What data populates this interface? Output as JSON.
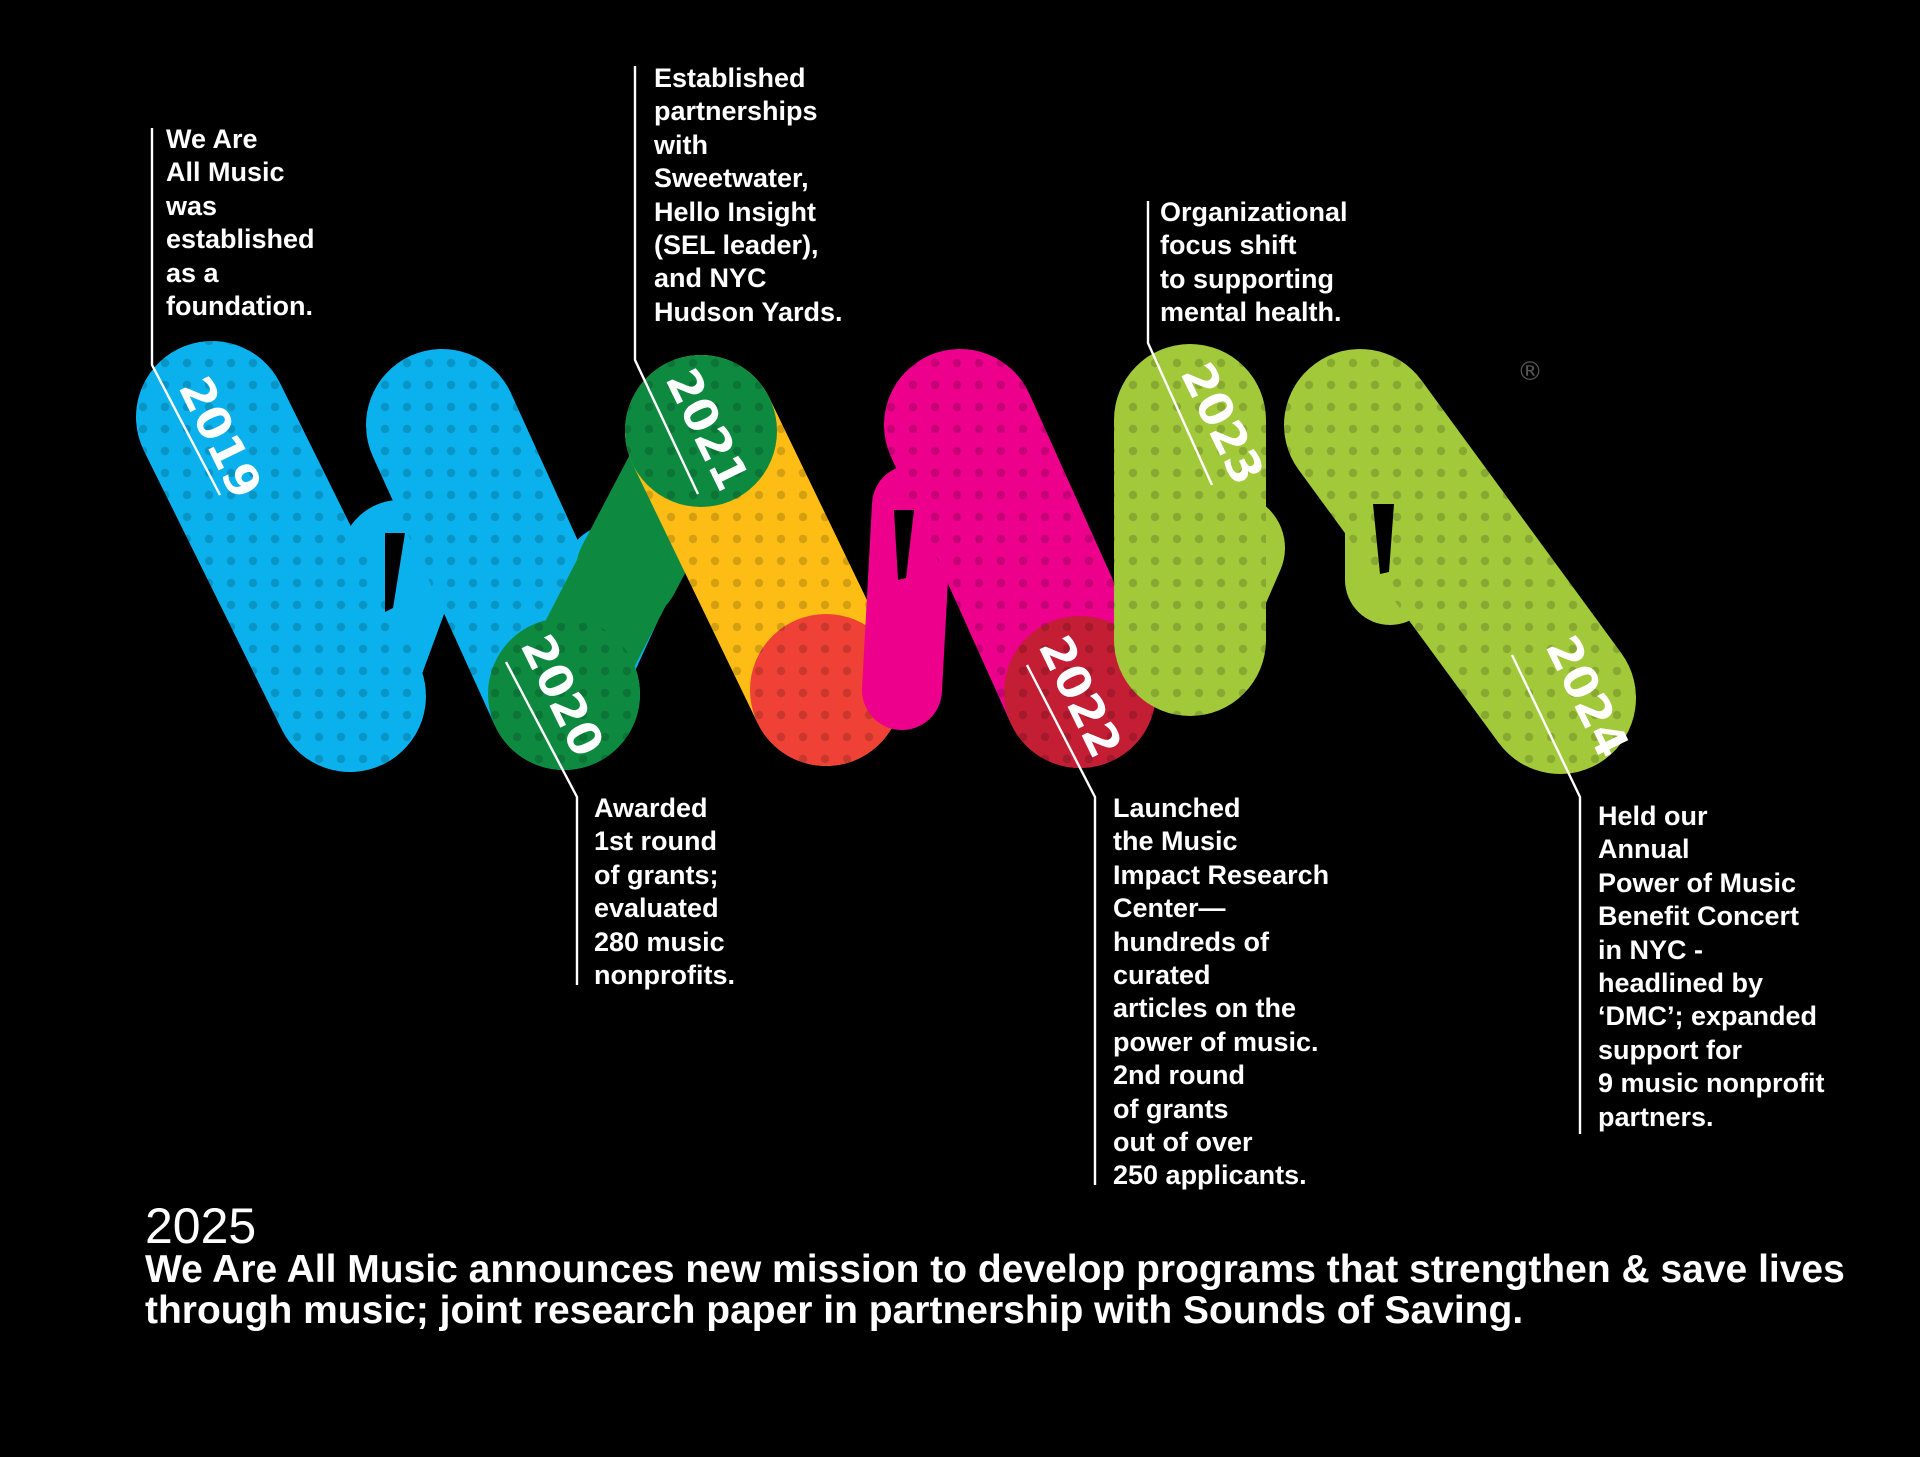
{
  "brand_mark": "®",
  "milestones": [
    {
      "year": "2019",
      "text": "We Are\nAll Music\nwas\nestablished\nas a\nfoundation.",
      "color": "#0AB1EC"
    },
    {
      "year": "2020",
      "text": "Awarded\n1st round\nof grants;\nevaluated\n280 music\nnonprofits.",
      "color": "#0E8A40"
    },
    {
      "year": "2021",
      "text": "Established\npartnerships\nwith\nSweetwater,\nHello Insight\n(SEL leader),\nand NYC\nHudson Yards.",
      "color": "#0E8A40"
    },
    {
      "year": "2022",
      "text": "Launched\nthe Music\nImpact Research\nCenter—\nhundreds of\ncurated\narticles on the\npower of music.\n2nd round\nof grants\nout of over\n250 applicants.",
      "color": "#C41E35"
    },
    {
      "year": "2023",
      "text": "Organizational\nfocus shift\nto supporting\nmental health.",
      "color": "#A2C93A"
    },
    {
      "year": "2024",
      "text": "Held our\nAnnual\nPower of Music\nBenefit Concert\nin NYC -\nheadlined by\n‘DMC’; expanded\nsupport for\n9 music nonprofit\npartners.",
      "color": "#A2C93A"
    }
  ],
  "final": {
    "year": "2025",
    "text": "We Are All Music announces new mission to develop programs that strengthen & save lives through music; joint research paper in partnership with Sounds of Saving."
  },
  "colors": {
    "background": "#000000",
    "blue": "#0AB1EC",
    "green": "#0E8A40",
    "yellow": "#FDBD14",
    "orange_red": "#EF4136",
    "magenta": "#EC008C",
    "crimson": "#C41E35",
    "lime": "#A2C93A"
  }
}
